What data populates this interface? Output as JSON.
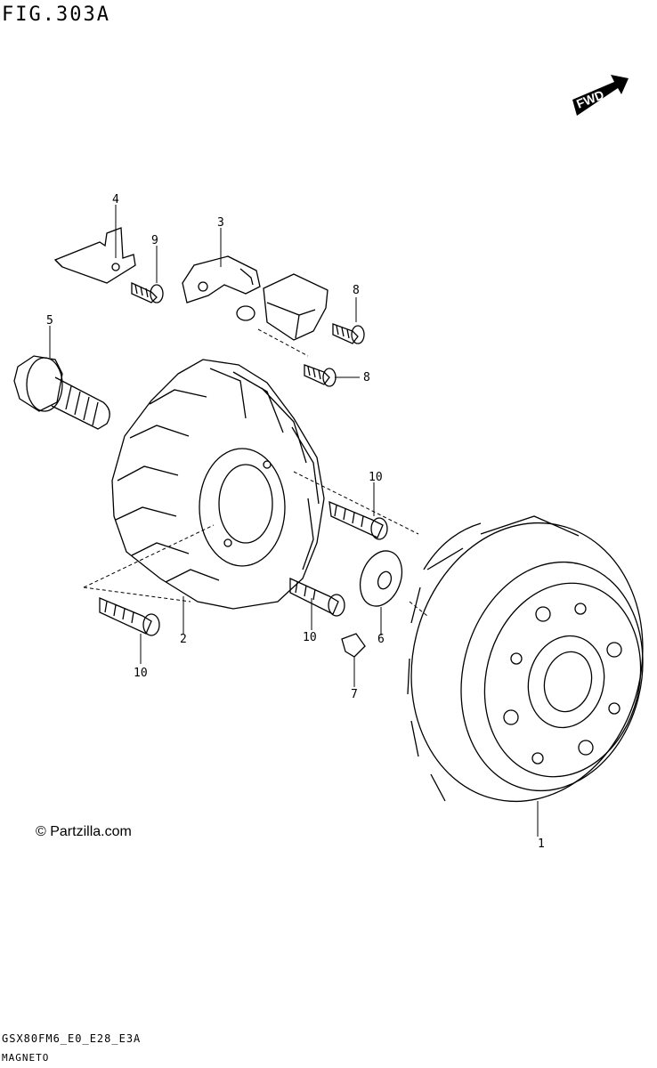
{
  "figure": {
    "title": "FIG.303A",
    "section": "MAGNETO",
    "model_code": "GSX80FM6_E0_E28_E3A",
    "copyright": "© Partzilla.com",
    "direction_badge": "FWD"
  },
  "callouts": [
    {
      "id": "1",
      "label": "1"
    },
    {
      "id": "2",
      "label": "2"
    },
    {
      "id": "3",
      "label": "3"
    },
    {
      "id": "4",
      "label": "4"
    },
    {
      "id": "5",
      "label": "5"
    },
    {
      "id": "6",
      "label": "6"
    },
    {
      "id": "7",
      "label": "7"
    },
    {
      "id": "8a",
      "label": "8"
    },
    {
      "id": "8b",
      "label": "8"
    },
    {
      "id": "9",
      "label": "9"
    },
    {
      "id": "10a",
      "label": "10"
    },
    {
      "id": "10b",
      "label": "10"
    },
    {
      "id": "10c",
      "label": "10"
    }
  ]
}
